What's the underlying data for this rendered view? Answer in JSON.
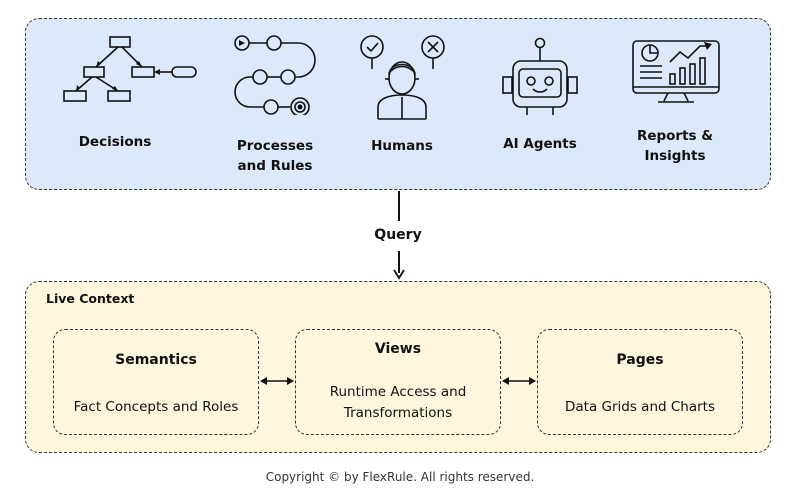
{
  "top_panel": {
    "items": [
      {
        "label": "Decisions",
        "icon": "decision-tree-icon"
      },
      {
        "label": "Processes\nand Rules",
        "icon": "process-flow-icon"
      },
      {
        "label": "Humans",
        "icon": "human-approval-icon"
      },
      {
        "label": "AI Agents",
        "icon": "robot-icon"
      },
      {
        "label": "Reports &\nInsights",
        "icon": "report-dashboard-icon"
      }
    ]
  },
  "connector": {
    "label": "Query"
  },
  "bottom_panel": {
    "title": "Live Context",
    "cards": [
      {
        "title": "Semantics",
        "description": "Fact Concepts and Roles"
      },
      {
        "title": "Views",
        "description": "Runtime Access and\nTransformations"
      },
      {
        "title": "Pages",
        "description": "Data Grids and Charts"
      }
    ]
  },
  "footer": {
    "text": "Copyright © by FlexRule. All rights reserved."
  },
  "colors": {
    "top_panel_bg": "#dbe9fb",
    "bottom_panel_bg": "#fff6dd",
    "stroke": "#111111"
  }
}
